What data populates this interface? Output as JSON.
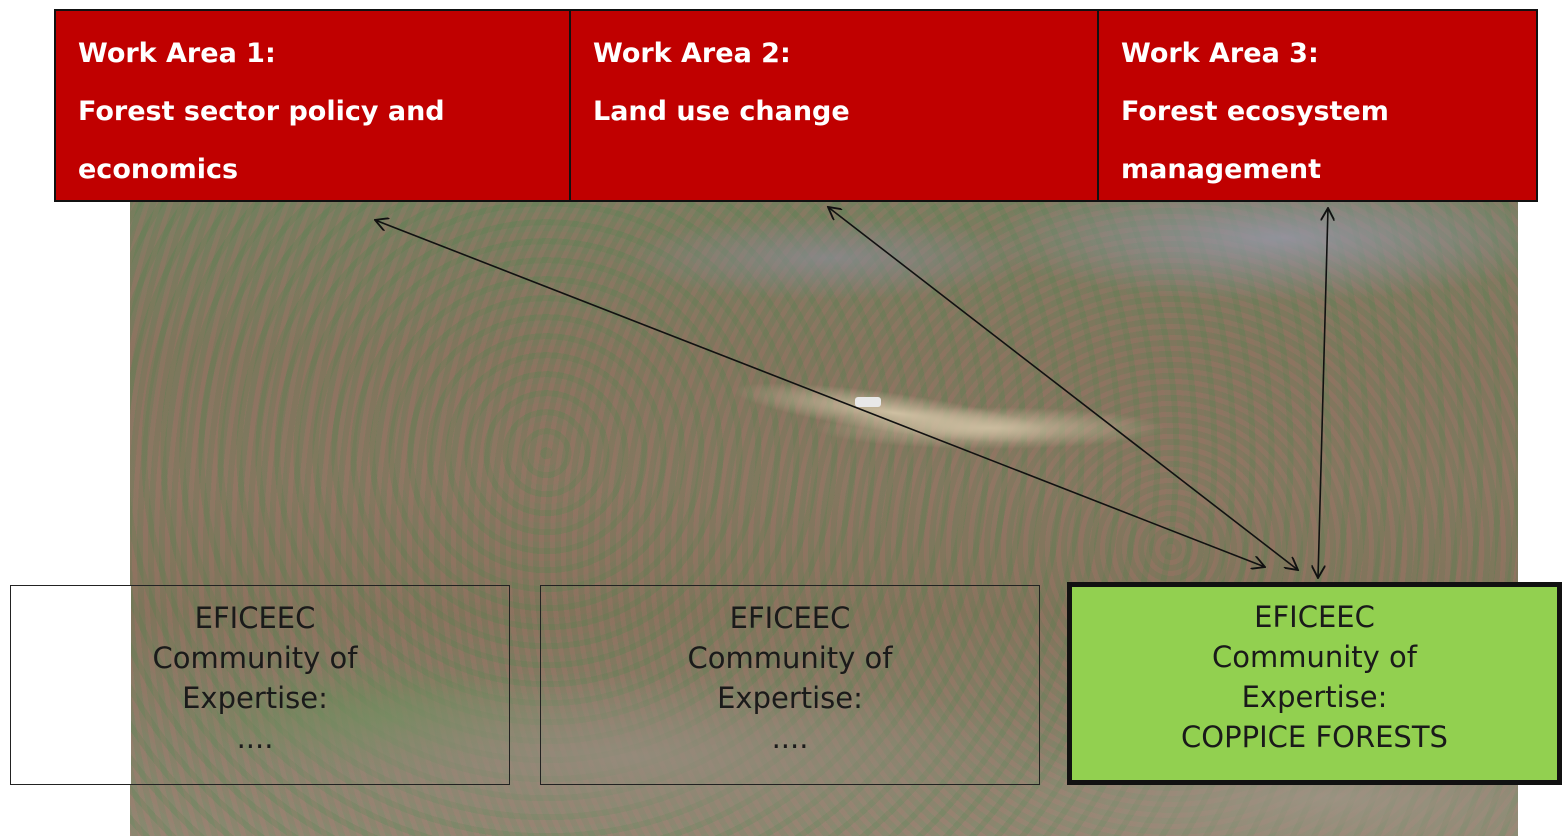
{
  "work_areas": [
    {
      "title": "Work Area 1:",
      "lines": [
        "Forest sector policy and",
        "economics"
      ]
    },
    {
      "title": "Work Area 2:",
      "lines": [
        "Land use change",
        ""
      ]
    },
    {
      "title": "Work Area 3:",
      "lines": [
        "Forest ecosystem",
        "management"
      ]
    }
  ],
  "communities": [
    {
      "lines": [
        "EFICEEC",
        "Community of",
        "Expertise:",
        "...."
      ]
    },
    {
      "lines": [
        "EFICEEC",
        "Community of",
        "Expertise:",
        "...."
      ]
    },
    {
      "lines": [
        "EFICEEC",
        "Community of",
        "Expertise:",
        "COPPICE FORESTS"
      ]
    }
  ],
  "colors": {
    "work_area_fill": "#c00000",
    "highlight_fill": "#92d050"
  }
}
